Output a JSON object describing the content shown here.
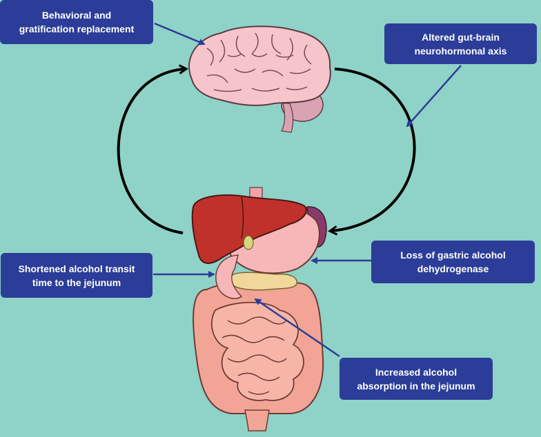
{
  "colors": {
    "background": "#8fd2c8",
    "label_box": "#2b3d98",
    "label_text": "#ffffff",
    "pointer_arrow": "#2b3d98",
    "cycle_arrow": "#000000"
  },
  "labels": {
    "behavioral": [
      "Behavioral and",
      "gratification replacement"
    ],
    "gut_brain": [
      "Altered gut-brain",
      "neurohormonal axis"
    ],
    "gastric": [
      "Loss of gastric alcohol",
      "dehydrogenase"
    ],
    "transit": [
      "Shortened alcohol transit",
      "time to the jejunum"
    ],
    "absorption": [
      "Increased alcohol",
      "absorption in the jejunum"
    ]
  },
  "illustrations": {
    "brain": "brain-illustration",
    "digestive_system": "digestive-system-illustration"
  }
}
